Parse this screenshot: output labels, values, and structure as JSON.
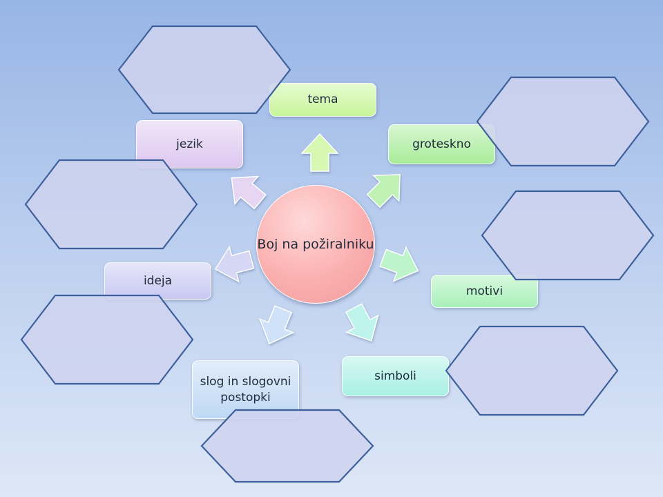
{
  "center": {
    "label": "Boj na požiralniku"
  },
  "topics": [
    {
      "id": "tema",
      "label": "tema",
      "color": "#c8f59a"
    },
    {
      "id": "groteskno",
      "label": "groteskno",
      "color": "#a8ec9a"
    },
    {
      "id": "motivi",
      "label": "motivi",
      "color": "#a8f0b8"
    },
    {
      "id": "simboli",
      "label": "simboli",
      "color": "#a8f0e4"
    },
    {
      "id": "slog",
      "label": "slog in slogovni postopki",
      "color": "#bfd8f4"
    },
    {
      "id": "ideja",
      "label": "ideja",
      "color": "#c8c8f2"
    },
    {
      "id": "jezik",
      "label": "jezik",
      "color": "#ddc8f0"
    }
  ],
  "colors": {
    "hexagon_fill": "#cfd4ee",
    "hexagon_stroke": "#3d5f9b"
  }
}
